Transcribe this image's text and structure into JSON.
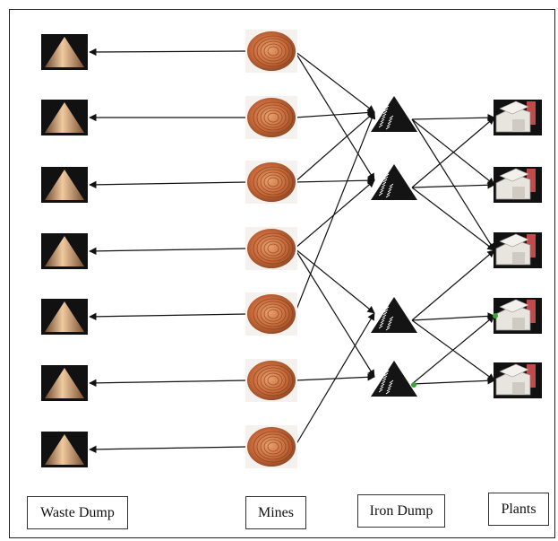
{
  "labels": {
    "waste_dump": "Waste Dump",
    "mines": "Mines",
    "iron_dump": "Iron Dump",
    "plants": "Plants"
  },
  "icons": {
    "waste_dump": "cone-pile-icon",
    "mine": "open-pit-mine-icon",
    "iron_dump": "ore-heap-icon",
    "plant": "factory-icon"
  },
  "colors": {
    "arrow": "#111111",
    "mine": "#c8693a",
    "cone": "#d6a77a",
    "ore": "#111111",
    "plant_roof": "#c24a4a",
    "junction": "#3aa33a"
  },
  "counts": {
    "waste_dumps": 7,
    "mines": 7,
    "iron_dumps": 4,
    "plants": 5
  },
  "edges": {
    "mine_to_waste": [
      [
        0,
        0
      ],
      [
        1,
        1
      ],
      [
        2,
        2
      ],
      [
        3,
        3
      ],
      [
        4,
        4
      ],
      [
        5,
        5
      ],
      [
        6,
        6
      ]
    ],
    "mine_to_iron": [
      [
        0,
        0
      ],
      [
        0,
        1
      ],
      [
        1,
        0
      ],
      [
        2,
        0
      ],
      [
        2,
        1
      ],
      [
        3,
        1
      ],
      [
        3,
        2
      ],
      [
        3,
        3
      ],
      [
        4,
        0
      ],
      [
        5,
        3
      ],
      [
        6,
        2
      ]
    ],
    "iron_to_plant": [
      [
        0,
        0
      ],
      [
        0,
        1
      ],
      [
        0,
        2
      ],
      [
        1,
        0
      ],
      [
        1,
        1
      ],
      [
        1,
        2
      ],
      [
        2,
        2
      ],
      [
        2,
        3
      ],
      [
        2,
        4
      ],
      [
        3,
        3
      ],
      [
        3,
        4
      ]
    ]
  }
}
